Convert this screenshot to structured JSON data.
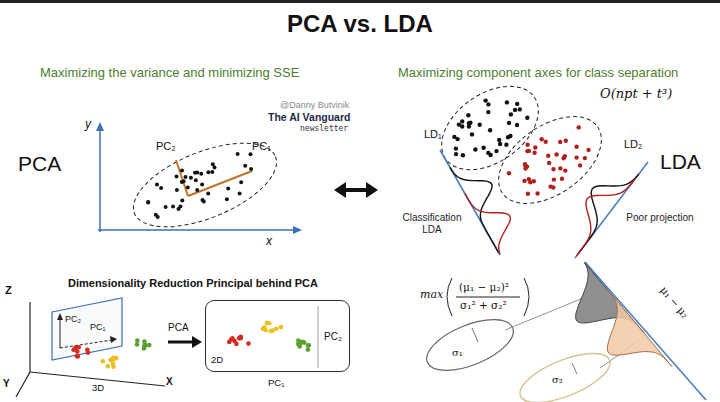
{
  "diagram": {
    "title": "PCA vs. LDA",
    "nodes": [
      {
        "text": [
          "2D",
          "PC₂"
        ]
      }
    ],
    "labels": [
      "Maximizing the variance and minimizing SSE",
      "Maximizing component axes for class separation",
      "@Danny Butvinik",
      "The AI Vanguard",
      "newsletter",
      "PCA",
      "y",
      "x",
      "PC₂",
      "PC₁",
      "O(npt + t³)",
      "LD₁",
      "LD₂",
      "LDA",
      "Classification LDA",
      "Poor projection",
      "Dimensionality Reduction Principal behind PCA",
      "Z",
      "PC₂",
      "PC₁",
      "PCA",
      "Y",
      "3D",
      "X",
      "PC₁",
      "max",
      "(μ₁ − μ₂)²",
      "σ₁² + σ₂²",
      "σ₁",
      "σ₂",
      "μ₁ − μ₂"
    ]
  }
}
